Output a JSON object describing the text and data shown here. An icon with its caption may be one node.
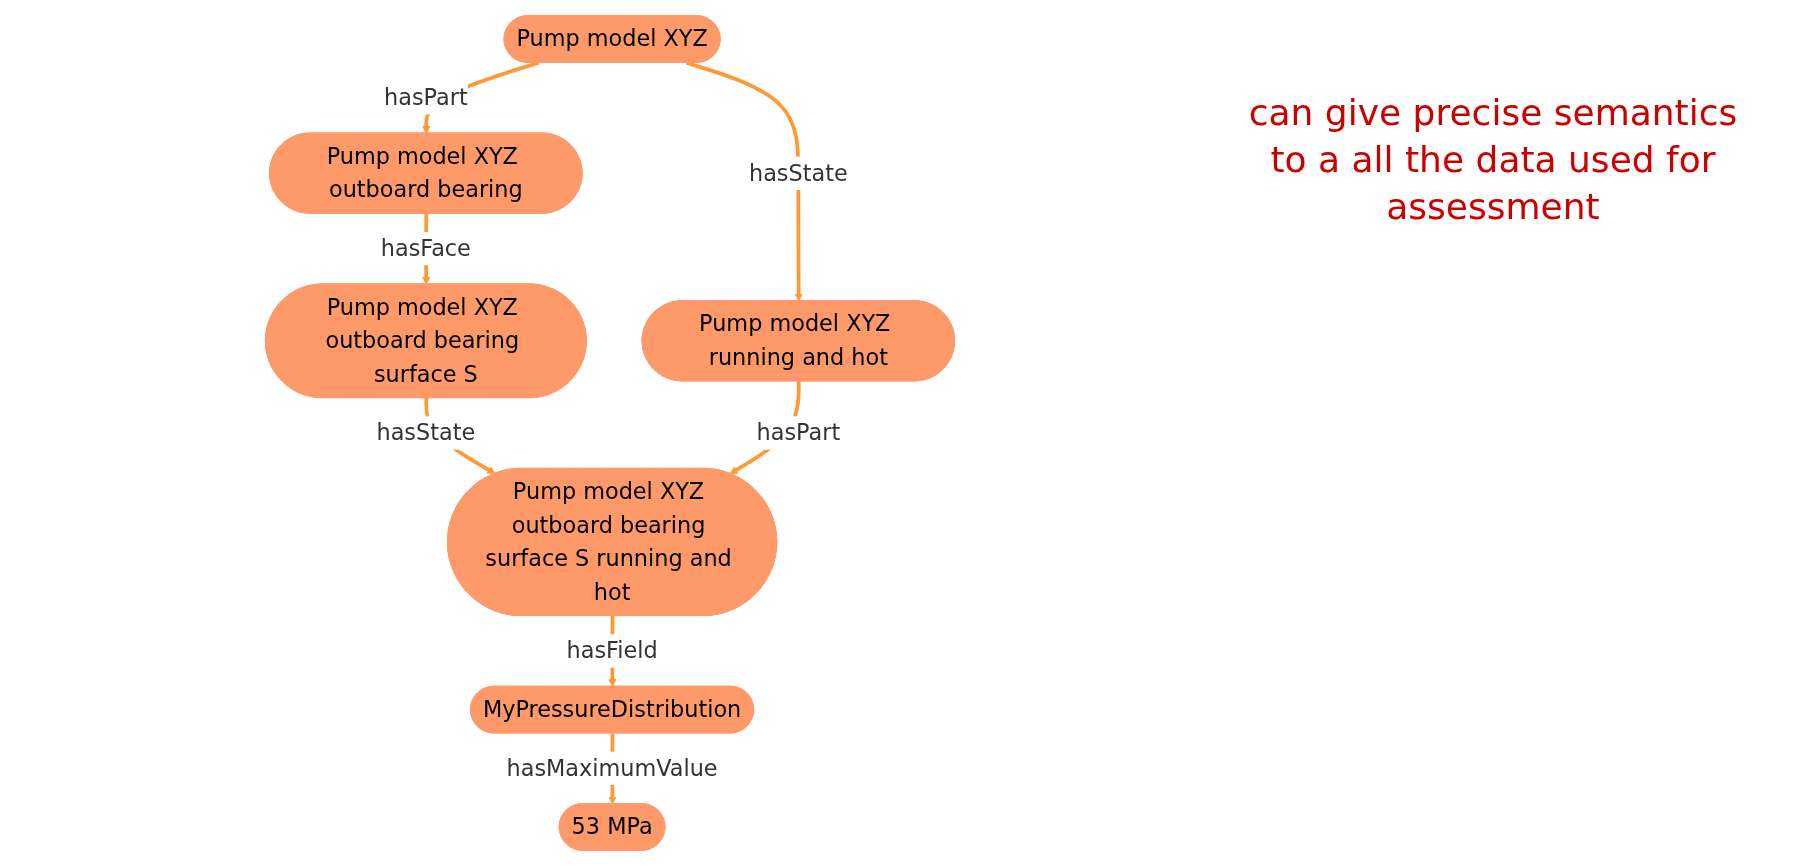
{
  "diagram": {
    "nodes": [
      {
        "text": [
          "Pump model XYZ"
        ]
      },
      {
        "text": [
          "Pump model XYZ outboard bearing"
        ]
      },
      {
        "text": [
          "Pump model XYZ outboard bearing surface S"
        ]
      },
      {
        "text": [
          "Pump model XYZ running and hot"
        ]
      },
      {
        "text": [
          "Pump model XYZ outboard bearing surface S running and hot"
        ]
      },
      {
        "text": [
          "MyPressureDistribution"
        ]
      },
      {
        "text": [
          "53 MPa"
        ]
      }
    ],
    "edges": [
      {
        "from": 0,
        "to": 1,
        "arrow": "to",
        "label": "hasPart"
      },
      {
        "from": 1,
        "to": 2,
        "arrow": "to",
        "label": "hasFace"
      },
      {
        "from": 0,
        "to": 3,
        "arrow": "to",
        "label": "hasState"
      },
      {
        "from": 2,
        "to": 4,
        "arrow": "to",
        "label": "hasState"
      },
      {
        "from": 3,
        "to": 4,
        "arrow": "to",
        "label": "hasPart"
      },
      {
        "from": 4,
        "to": 5,
        "arrow": "to",
        "label": "hasField"
      },
      {
        "from": 5,
        "to": 6,
        "arrow": "to",
        "label": "hasMaximumValue"
      }
    ],
    "labels": [
      "can give precise semantics to a all the data used for assessment"
    ]
  }
}
